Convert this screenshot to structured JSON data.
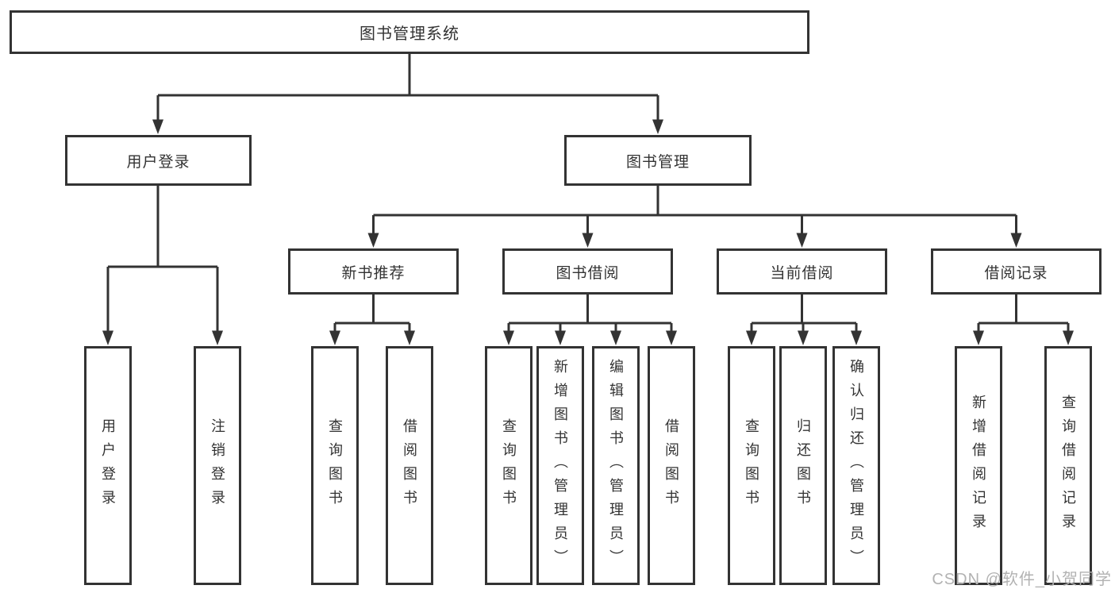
{
  "tree": {
    "root": {
      "label": "图书管理系统"
    },
    "branches": [
      {
        "label": "用户登录",
        "children": [
          {
            "label": "用户登录"
          },
          {
            "label": "注销登录"
          }
        ]
      },
      {
        "label": "图书管理",
        "sections": [
          {
            "label": "新书推荐",
            "children": [
              {
                "label": "查询图书"
              },
              {
                "label": "借阅图书"
              }
            ]
          },
          {
            "label": "图书借阅",
            "children": [
              {
                "label": "查询图书"
              },
              {
                "label": "新增图书（管理员）"
              },
              {
                "label": "编辑图书（管理员）"
              },
              {
                "label": "借阅图书"
              }
            ]
          },
          {
            "label": "当前借阅",
            "children": [
              {
                "label": "查询图书"
              },
              {
                "label": "归还图书"
              },
              {
                "label": "确认归还（管理员）"
              }
            ]
          },
          {
            "label": "借阅记录",
            "children": [
              {
                "label": "新增借阅记录"
              },
              {
                "label": "查询借阅记录"
              }
            ]
          }
        ]
      }
    ]
  },
  "watermark": "CSDN @软件_小贺同学",
  "colors": {
    "line": "#333333",
    "text": "#333333",
    "watermark": "#b2b2b2",
    "background": "#ffffff"
  }
}
